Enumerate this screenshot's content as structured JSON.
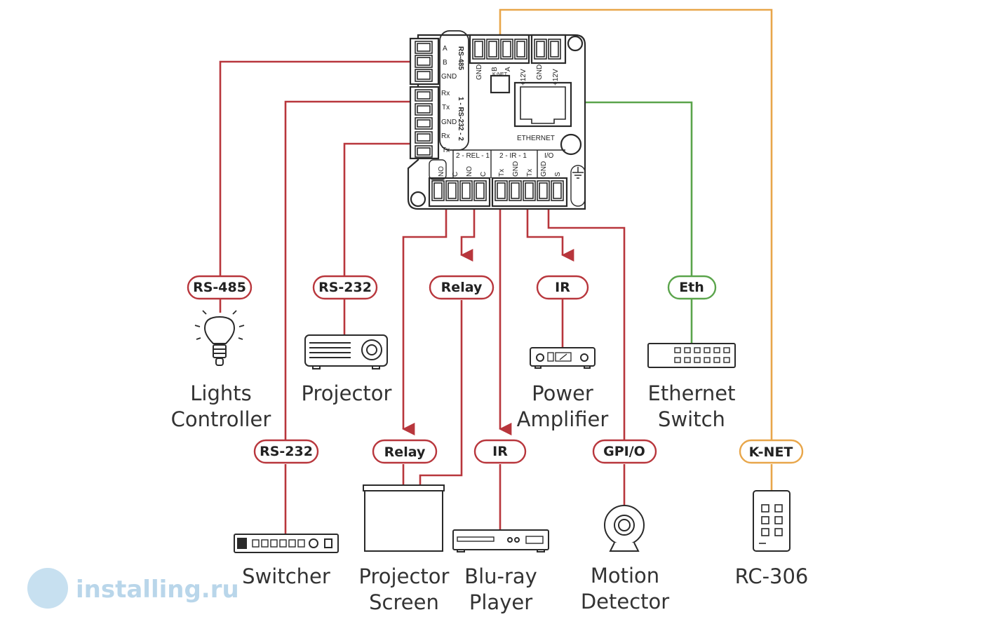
{
  "colors": {
    "serial": "#b8363c",
    "ethernet": "#5aa44b",
    "knet": "#e8a64a",
    "outline": "#2a2a2a",
    "watermark": "#b9d6ea"
  },
  "controller": {
    "rs485_header": "RS-485",
    "rs485_pins": [
      "A",
      "B",
      "GND"
    ],
    "rs232_header": "1 - RS-232 - 2",
    "rs232_pins": [
      "Rx",
      "Tx",
      "GND",
      "Rx",
      "Tx"
    ],
    "top_pins": [
      "GND",
      "B",
      "A",
      "+12V",
      "GND",
      "+12V"
    ],
    "knet_label": "K-NET",
    "ethernet_label": "ETHERNET",
    "relay_header": "2 - REL - 1",
    "ir_header": "2 - IR - 1",
    "io_header": "I/O",
    "bottom_pins": [
      "NO",
      "C",
      "NO",
      "C",
      "Tx",
      "GND",
      "Tx",
      "GND",
      "S"
    ]
  },
  "tags": {
    "lights": "RS-485",
    "projector": "RS-232",
    "relay_top": "Relay",
    "ir_top": "IR",
    "eth": "Eth",
    "switcher": "RS-232",
    "relay_bottom": "Relay",
    "ir_bottom": "IR",
    "gpio": "GPI/O",
    "knet": "K-NET"
  },
  "devices": {
    "lights_line1": "Lights",
    "lights_line2": "Controller",
    "projector": "Projector",
    "amp_line1": "Power",
    "amp_line2": "Amplifier",
    "eth_line1": "Ethernet",
    "eth_line2": "Switch",
    "switcher": "Switcher",
    "screen_line1": "Projector",
    "screen_line2": "Screen",
    "bluray_line1": "Blu-ray",
    "bluray_line2": "Player",
    "motion_line1": "Motion",
    "motion_line2": "Detector",
    "rc": "RC-306"
  },
  "watermark": "installing.ru"
}
